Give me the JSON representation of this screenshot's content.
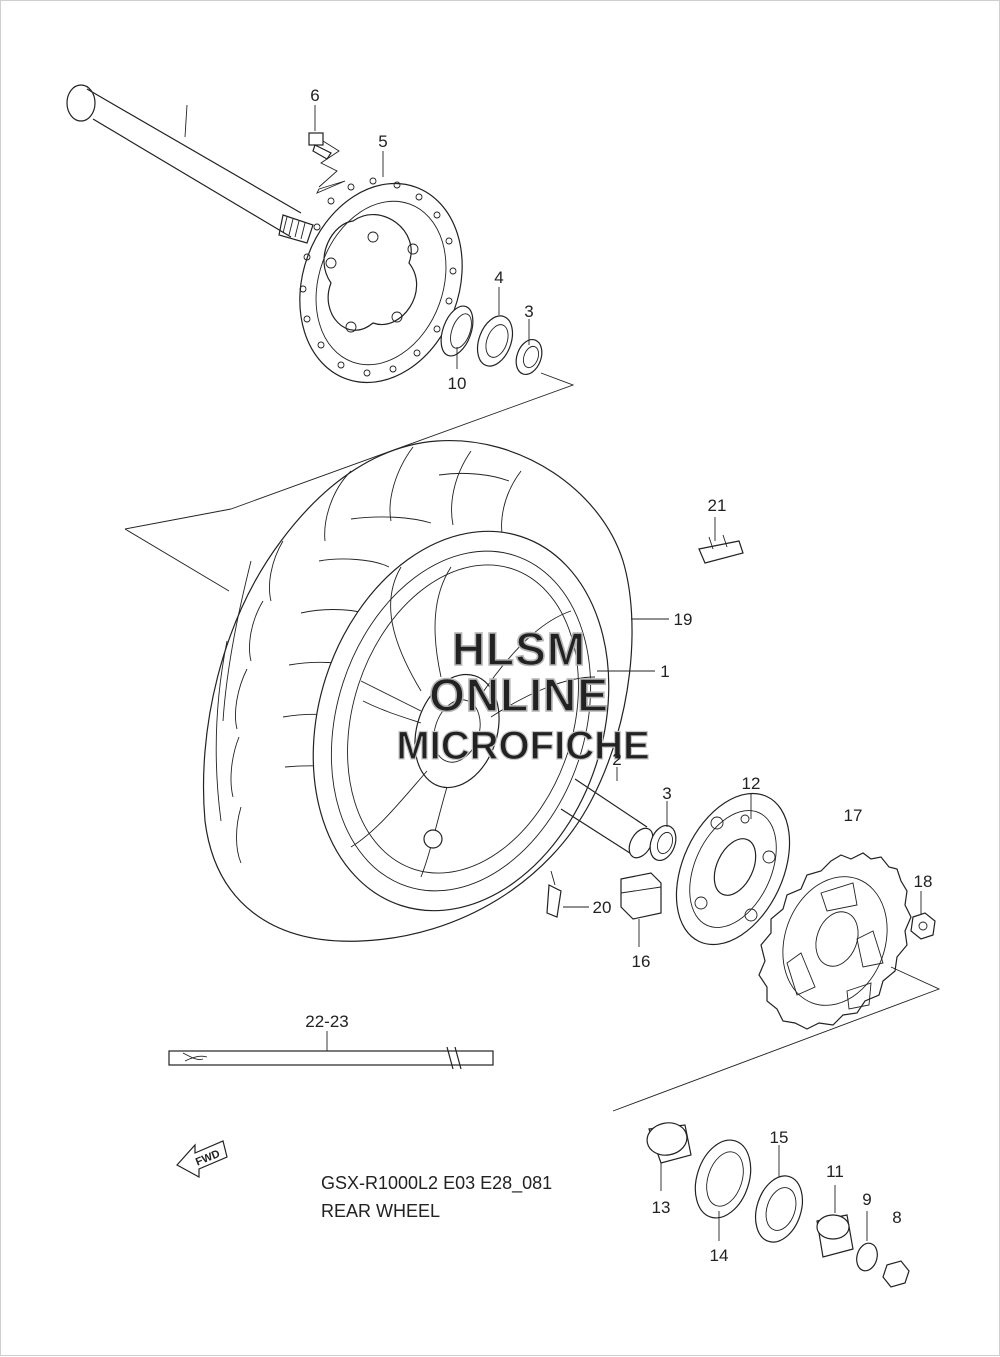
{
  "diagram": {
    "model_code": "GSX-R1000L2 E03 E28_081",
    "section_title": "REAR WHEEL",
    "direction_tag": "FWD",
    "watermark": [
      "HLSM",
      "ONLINE",
      "MICROFICHE"
    ],
    "callouts": {
      "p1": "1",
      "p2": "2",
      "p3a": "3",
      "p3b": "3",
      "p4": "4",
      "p5": "5",
      "p6": "6",
      "p8": "8",
      "p9": "9",
      "p10": "10",
      "p11": "11",
      "p12": "12",
      "p13": "13",
      "p14": "14",
      "p15": "15",
      "p16": "16",
      "p17": "17",
      "p18": "18",
      "p19": "19",
      "p20": "20",
      "p21": "21",
      "p22_23": "22-23"
    }
  }
}
